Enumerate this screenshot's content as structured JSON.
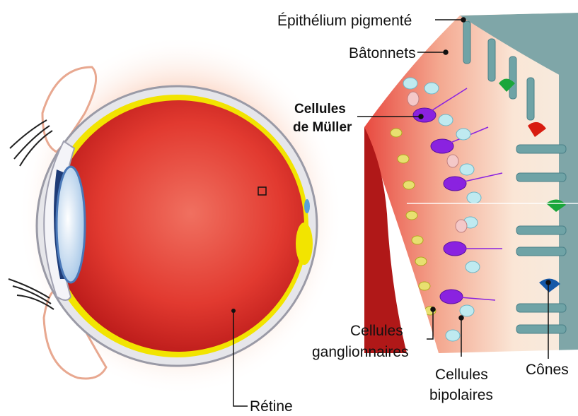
{
  "labels": {
    "epithelium": "Épithélium pigmenté",
    "batonnets": "Bâtonnets",
    "muller_line1": "Cellules",
    "muller_line2": "de Müller",
    "ganglion_line1": "Cellules",
    "ganglion_line2": "ganglionnaires",
    "bipolaires_line1": "Cellules",
    "bipolaires_line2": "bipolaires",
    "cones": "Cônes",
    "retine": "Rétine"
  },
  "colors": {
    "eyeball_red": "#d82a26",
    "eyeball_dark": "#b01818",
    "retina_yellow": "#f2e400",
    "epithelium_teal": "#7fa6a8",
    "rod_teal": "#6fa3a6",
    "muller_purple": "#8a22e0",
    "cone_green": "#1aa63a",
    "cone_red": "#d81c10",
    "cone_blue": "#1458a8",
    "ganglion_yellow": "#e8e070",
    "bipolar_cyan": "#bfeaf0",
    "glow_orange": "#f7c4a8"
  }
}
